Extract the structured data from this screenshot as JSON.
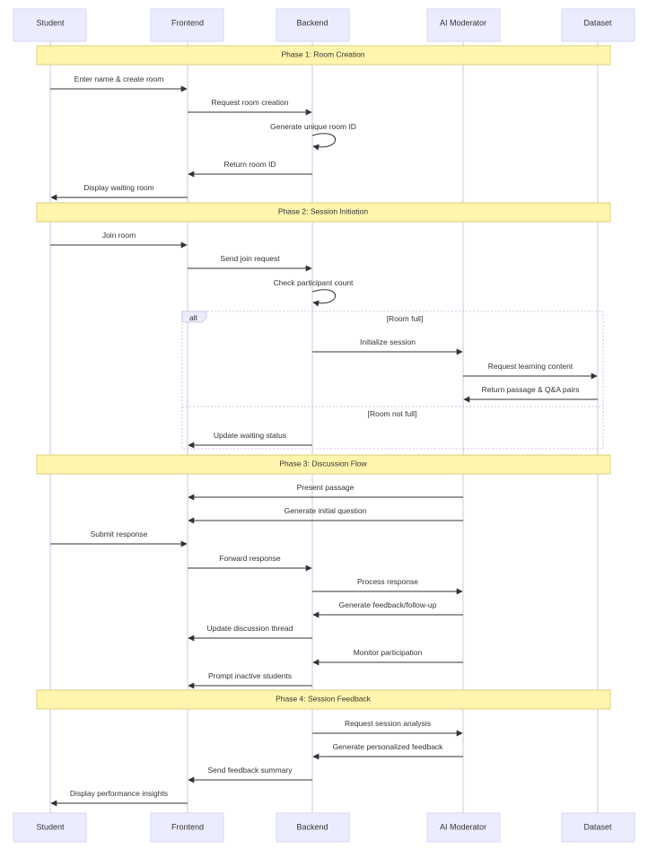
{
  "actors": [
    {
      "id": "student",
      "label": "Student"
    },
    {
      "id": "frontend",
      "label": "Frontend"
    },
    {
      "id": "backend",
      "label": "Backend"
    },
    {
      "id": "ai",
      "label": "AI Moderator"
    },
    {
      "id": "dataset",
      "label": "Dataset"
    }
  ],
  "phases": [
    {
      "label": "Phase 1: Room Creation"
    },
    {
      "label": "Phase 2: Session Initiation"
    },
    {
      "label": "Phase 3: Discussion Flow"
    },
    {
      "label": "Phase 4: Session Feedback"
    }
  ],
  "messages": [
    {
      "from": "student",
      "to": "frontend",
      "label": "Enter name & create room"
    },
    {
      "from": "frontend",
      "to": "backend",
      "label": "Request room creation"
    },
    {
      "from": "backend",
      "to": "backend",
      "label": "Generate unique room ID"
    },
    {
      "from": "backend",
      "to": "frontend",
      "label": "Return room ID"
    },
    {
      "from": "frontend",
      "to": "student",
      "label": "Display waiting room"
    },
    {
      "from": "student",
      "to": "frontend",
      "label": "Join room"
    },
    {
      "from": "frontend",
      "to": "backend",
      "label": "Send join request"
    },
    {
      "from": "backend",
      "to": "backend",
      "label": "Check participant count"
    },
    {
      "from": "backend",
      "to": "ai",
      "label": "Initialize session"
    },
    {
      "from": "ai",
      "to": "dataset",
      "label": "Request learning content"
    },
    {
      "from": "dataset",
      "to": "ai",
      "label": "Return passage & Q&A pairs"
    },
    {
      "from": "backend",
      "to": "frontend",
      "label": "Update waiting status"
    },
    {
      "from": "ai",
      "to": "frontend",
      "label": "Present passage"
    },
    {
      "from": "ai",
      "to": "frontend",
      "label": "Generate initial question"
    },
    {
      "from": "student",
      "to": "frontend",
      "label": "Submit response"
    },
    {
      "from": "frontend",
      "to": "backend",
      "label": "Forward response"
    },
    {
      "from": "backend",
      "to": "ai",
      "label": "Process response"
    },
    {
      "from": "ai",
      "to": "backend",
      "label": "Generate feedback/follow-up"
    },
    {
      "from": "backend",
      "to": "frontend",
      "label": "Update discussion thread"
    },
    {
      "from": "ai",
      "to": "backend",
      "label": "Monitor participation"
    },
    {
      "from": "backend",
      "to": "frontend",
      "label": "Prompt inactive students"
    },
    {
      "from": "backend",
      "to": "ai",
      "label": "Request session analysis"
    },
    {
      "from": "ai",
      "to": "backend",
      "label": "Generate personalized feedback"
    },
    {
      "from": "backend",
      "to": "frontend",
      "label": "Send feedback summary"
    },
    {
      "from": "frontend",
      "to": "student",
      "label": "Display performance insights"
    }
  ],
  "alt_block": {
    "keyword": "alt",
    "condition1": "[Room full]",
    "condition2": "[Room not full]"
  }
}
